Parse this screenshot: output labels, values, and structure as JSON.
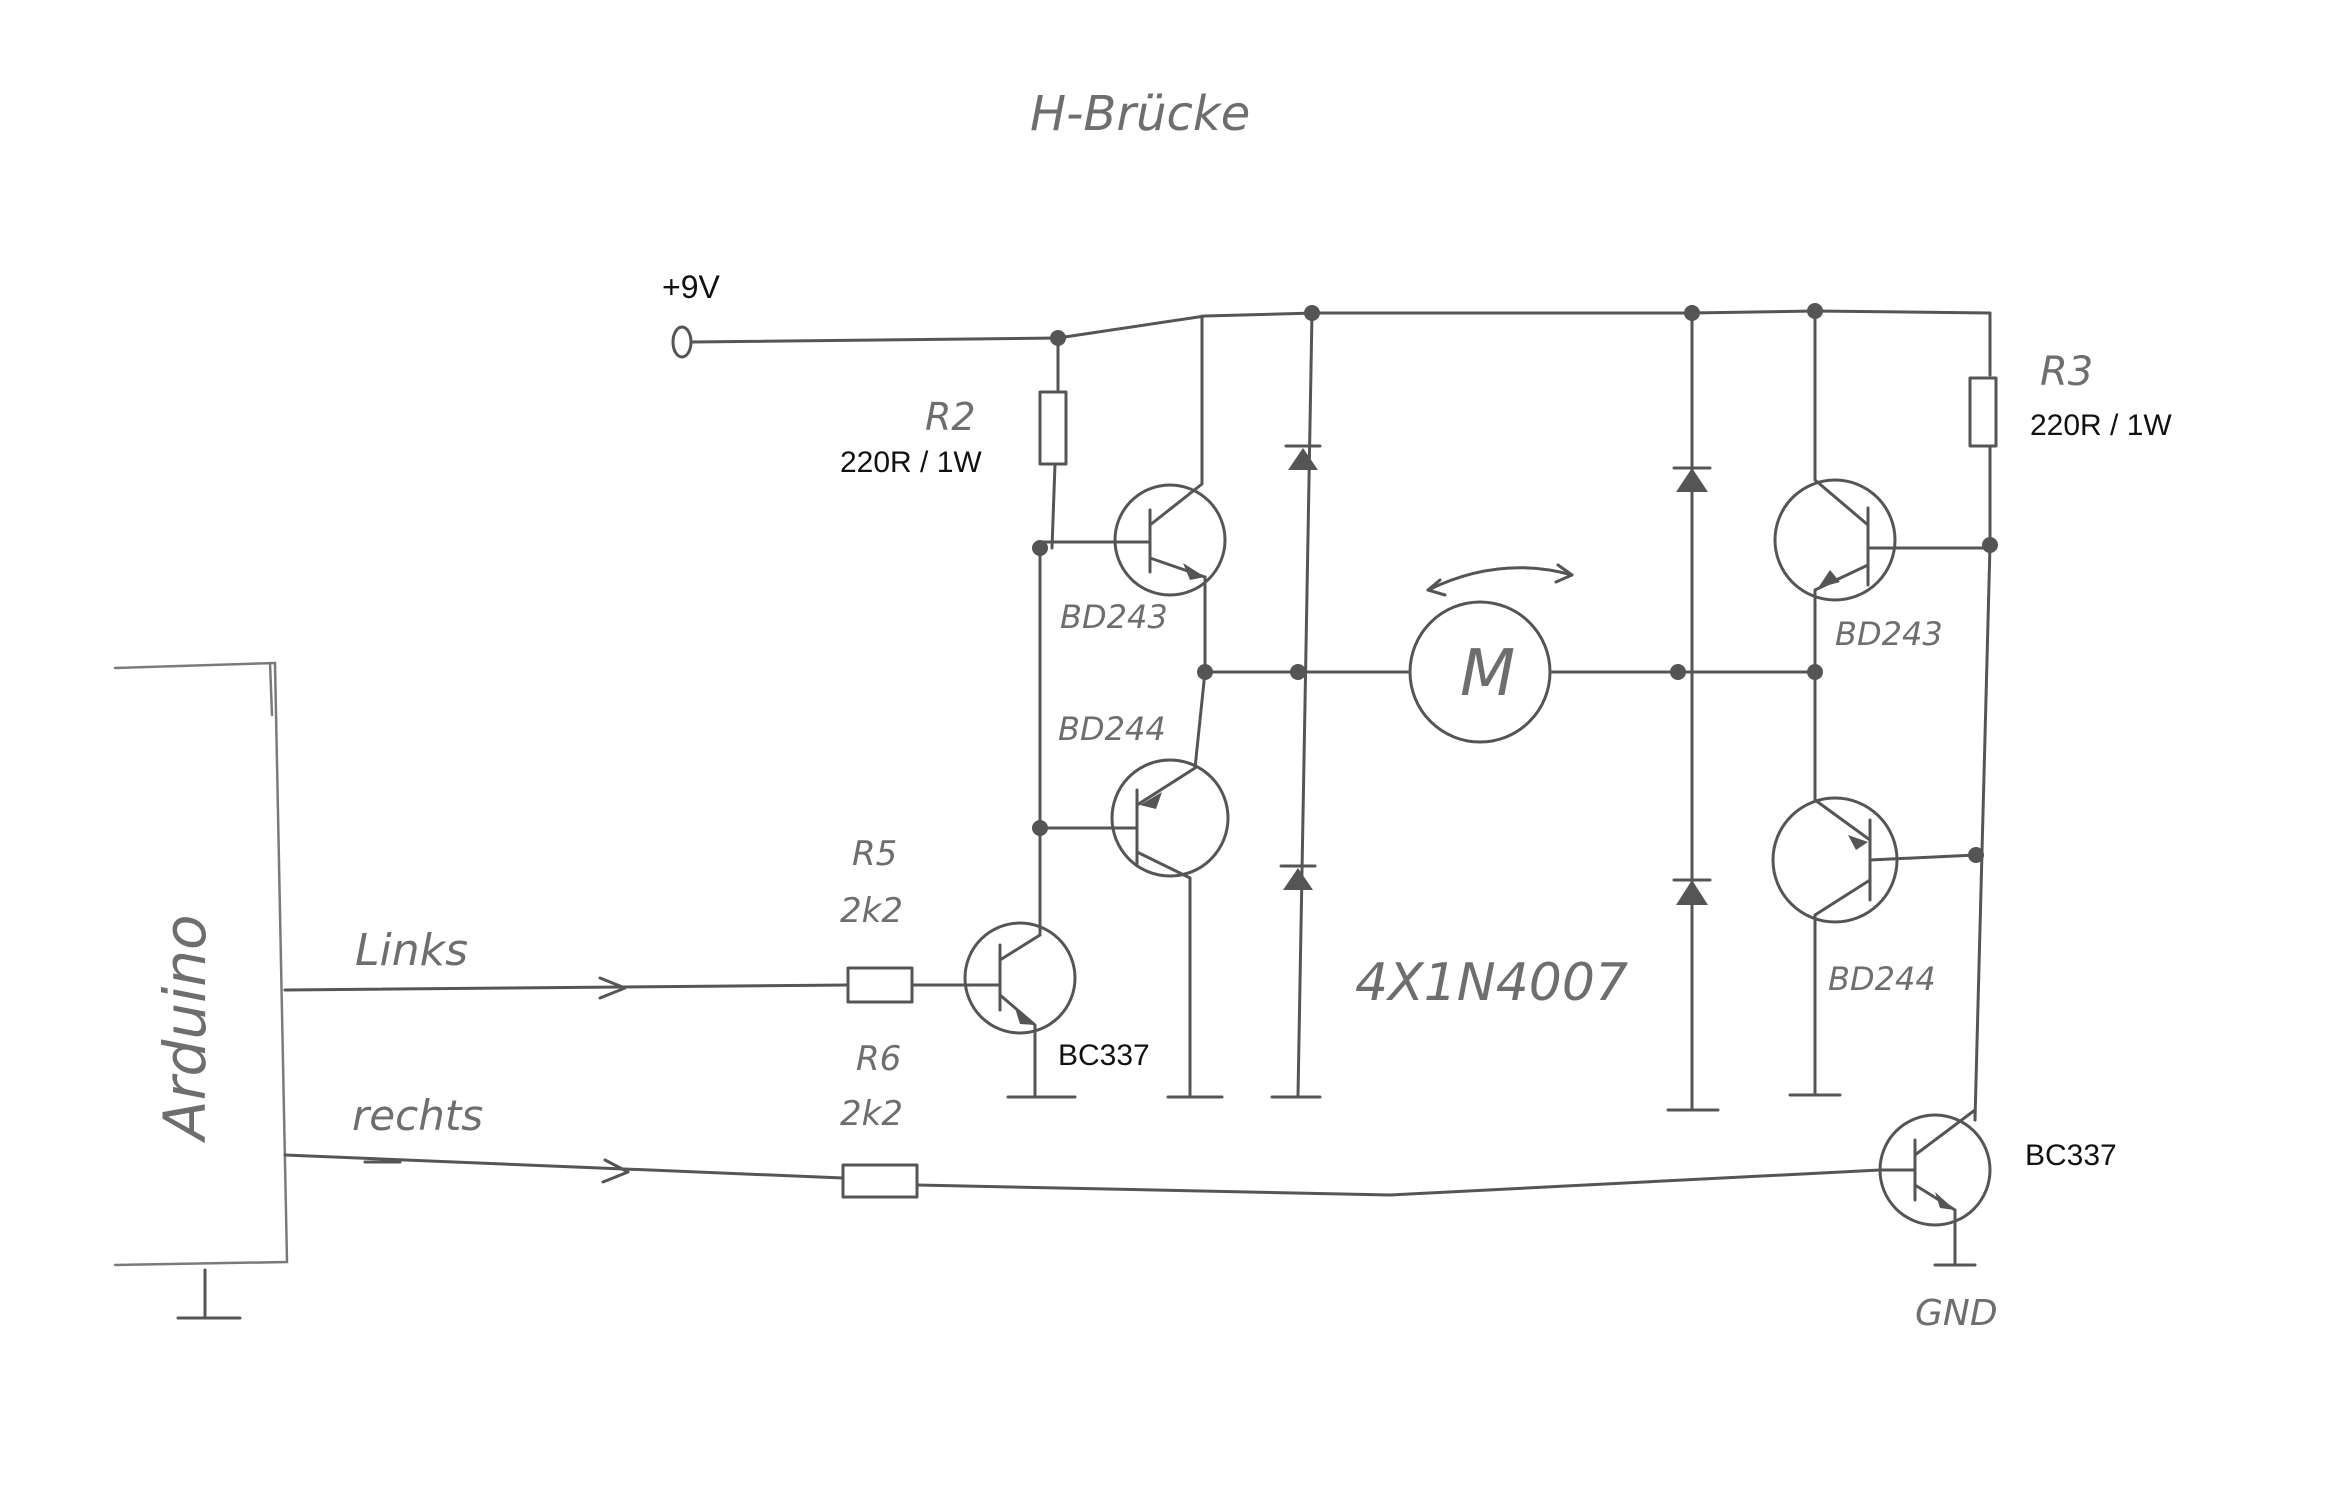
{
  "title": "H-Brücke",
  "supply": {
    "label": "+9V"
  },
  "resistors": {
    "r2": {
      "name": "R2",
      "value": "220R / 1W"
    },
    "r3": {
      "name": "R3",
      "value": "220R / 1W"
    },
    "r5": {
      "name": "R5",
      "value": "2k2"
    },
    "r6": {
      "name": "R6",
      "value": "2k2"
    }
  },
  "transistors": {
    "left_upper": "BD243",
    "left_lower": "BD244",
    "right_upper": "BD243",
    "right_lower": "BD244",
    "left_driver": "BC337",
    "right_driver": "BC337"
  },
  "motor": {
    "label": "M"
  },
  "diodes": {
    "label": "4X1N4007"
  },
  "controller": {
    "name": "Arduino",
    "left_signal": "Links",
    "right_signal": "rechts"
  },
  "ground": {
    "label": "GND"
  },
  "colors": {
    "pencil": "#555555",
    "typed": "#111111",
    "paper": "#ffffff"
  }
}
